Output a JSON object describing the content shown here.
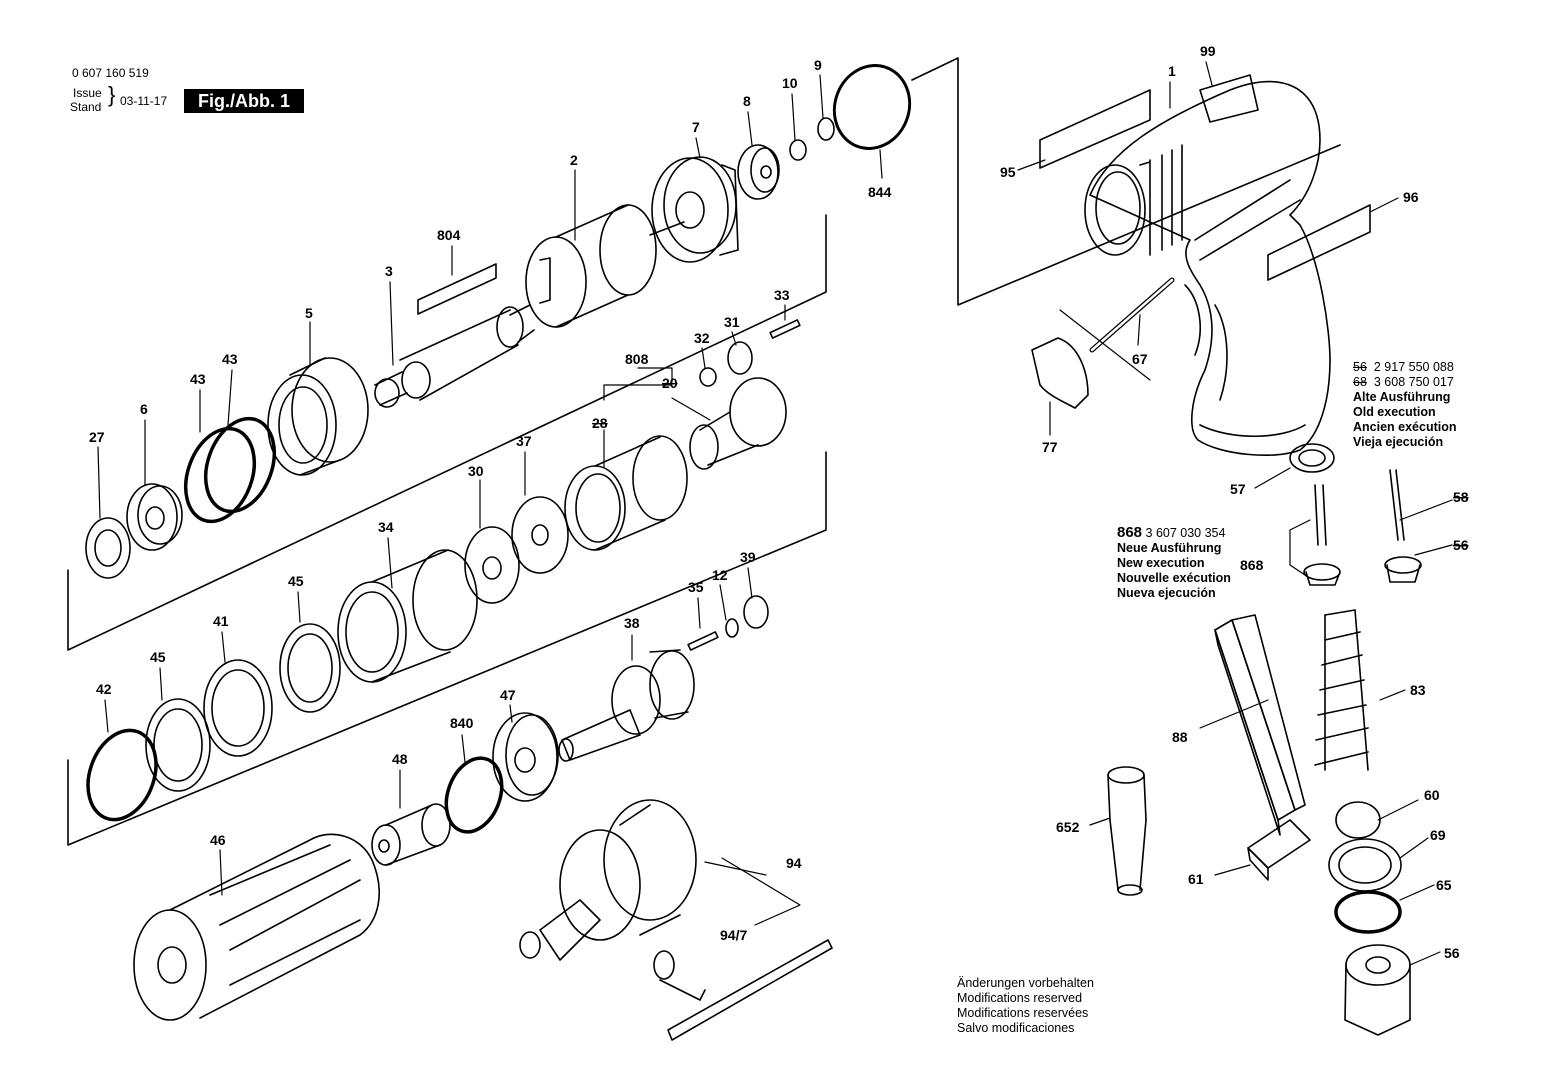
{
  "header": {
    "part_number": "0 607 160 519",
    "issue_label": "Issue",
    "stand_label": "Stand",
    "date": "03-11-17",
    "figure": "Fig./Abb. 1"
  },
  "labels": [
    "1",
    "99",
    "95",
    "96",
    "67",
    "77",
    "10",
    "9",
    "8",
    "7",
    "2",
    "804",
    "3",
    "5",
    "43",
    "43",
    "6",
    "27",
    "33",
    "31",
    "32",
    "808",
    "20",
    "28",
    "37",
    "30",
    "34",
    "45",
    "41",
    "42",
    "45",
    "35",
    "12",
    "39",
    "38",
    "47",
    "840",
    "48",
    "46",
    "94",
    "94/7",
    "844",
    "57",
    "58",
    "56",
    "868",
    "83",
    "88",
    "652",
    "60",
    "69",
    "65",
    "56",
    "61"
  ],
  "old_execution": {
    "line1_num": "56",
    "line1_part": "2 917 550 088",
    "line2_num": "68",
    "line2_part": "3 608 750 017",
    "title_de": "Alte Ausführung",
    "title_en": "Old execution",
    "title_fr": "Ancien exécution",
    "title_es": "Vieja ejecución"
  },
  "new_execution": {
    "num": "868",
    "part": "3 607 030 354",
    "title_de": "Neue Ausführung",
    "title_en": "New execution",
    "title_fr": "Nouvelle exécution",
    "title_es": "Nueva ejecución"
  },
  "footer": {
    "de": "Änderungen vorbehalten",
    "en": "Modifications reserved",
    "fr": "Modifications reservées",
    "es": "Salvo modificaciones"
  }
}
